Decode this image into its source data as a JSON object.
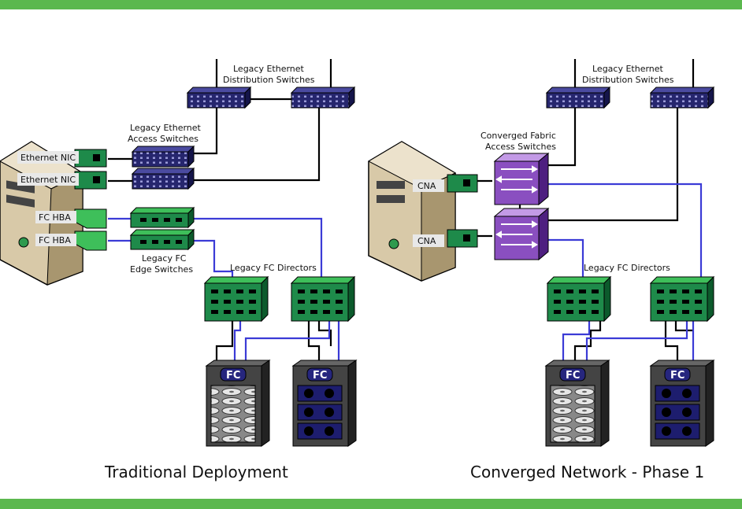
{
  "colors": {
    "banner": "#5bb84e",
    "ethernet_switch": "#26266e",
    "fc_switch": "#1e8a4a",
    "converged_switch": "#8a4fc0",
    "fc_link": "#3b3bd6",
    "eth_link": "#000000",
    "server": "#d8c9a8",
    "storage": "#444444"
  },
  "left": {
    "caption": "Traditional Deployment",
    "dist_label_1": "Legacy Ethernet",
    "dist_label_2": "Distribution Switches",
    "access_label_1": "Legacy Ethernet",
    "access_label_2": "Access Switches",
    "edge_label_1": "Legacy FC",
    "edge_label_2": "Edge Switches",
    "directors_label": "Legacy FC Directors",
    "nic1": "Ethernet NIC",
    "nic2": "Ethernet NIC",
    "hba1": "FC HBA",
    "hba2": "FC HBA",
    "storage1": "FC",
    "storage2": "FC"
  },
  "right": {
    "caption": "Converged Network - Phase 1",
    "dist_label_1": "Legacy Ethernet",
    "dist_label_2": "Distribution Switches",
    "conv_label_1": "Converged Fabric",
    "conv_label_2": "Access Switches",
    "directors_label": "Legacy FC Directors",
    "cna1": "CNA",
    "cna2": "CNA",
    "storage1": "FC",
    "storage2": "FC"
  }
}
